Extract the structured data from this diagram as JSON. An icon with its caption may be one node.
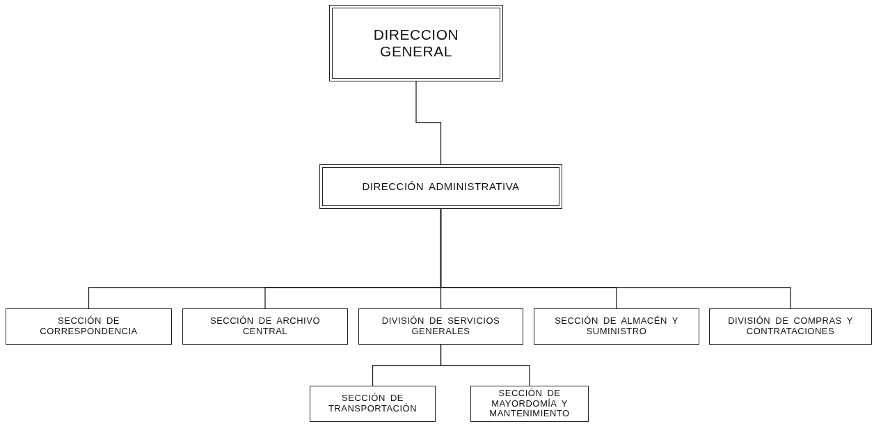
{
  "diagram": {
    "nodes": [
      {
        "text": [
          "DIRECCION GENERAL"
        ]
      },
      {
        "text": [
          "DIRECCIÓN ADMINISTRATIVA"
        ]
      },
      {
        "text": [
          "SECCIÓN DE CORRESPONDENCIA"
        ]
      },
      {
        "text": [
          "SECCIÓN DE ARCHIVO CENTRAL"
        ]
      },
      {
        "text": [
          "DIVISIÓN DE SERVICIOS GENERALES"
        ]
      },
      {
        "text": [
          "SECCIÓN DE ALMACÉN Y SUMINISTRO"
        ]
      },
      {
        "text": [
          "DIVISIÓN DE COMPRAS Y CONTRATACIONES"
        ]
      },
      {
        "text": [
          "SECCIÓN DE TRANSPORTACIÓN"
        ]
      },
      {
        "text": [
          "SECCIÓN DE MAYORDOMÍA Y MANTENIMIENTO"
        ]
      }
    ],
    "edges": [
      {
        "from": 0,
        "to": 1,
        "arrow": "none"
      },
      {
        "from": 1,
        "to": 2,
        "arrow": "none"
      },
      {
        "from": 1,
        "to": 3,
        "arrow": "none"
      },
      {
        "from": 1,
        "to": 4,
        "arrow": "none"
      },
      {
        "from": 1,
        "to": 5,
        "arrow": "none"
      },
      {
        "from": 1,
        "to": 6,
        "arrow": "none"
      },
      {
        "from": 4,
        "to": 7,
        "arrow": "none"
      },
      {
        "from": 4,
        "to": 8,
        "arrow": "none"
      }
    ]
  }
}
